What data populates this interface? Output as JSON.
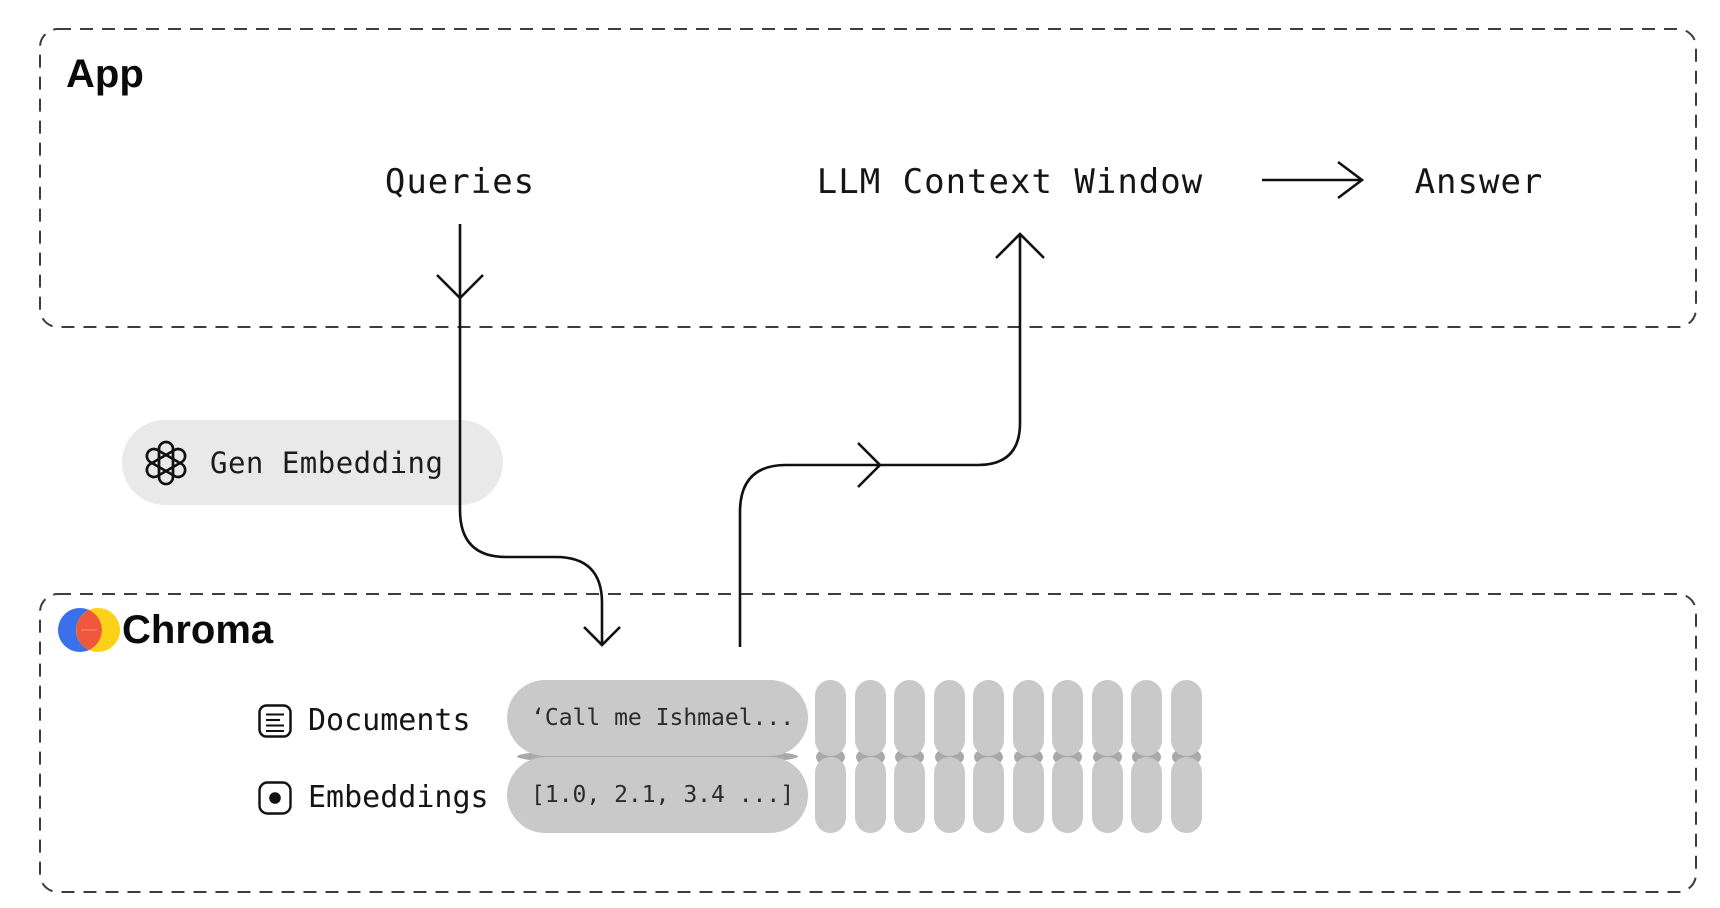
{
  "app_box": {
    "title": "App",
    "queries_label": "Queries",
    "context_window_label": "LLM Context Window",
    "answer_label": "Answer"
  },
  "gen_embedding_pill": {
    "label": "Gen Embedding",
    "icon": "openai-logo-icon"
  },
  "chroma_box": {
    "title": "Chroma",
    "rows": [
      {
        "icon": "document-icon",
        "label": "Documents",
        "value": "‘Call me Ishmael..."
      },
      {
        "icon": "embedding-dot-icon",
        "label": "Embeddings",
        "value": "[1.0, 2.1, 3.4 ...]"
      }
    ],
    "embedding_columns": 10
  },
  "colors": {
    "line": "#111111",
    "dashed_border": "#3d3d3d",
    "pill_gray": "#c9c9c9",
    "pill_seam": "#a9a9a9",
    "gen_pill_gray": "#e9e9e9",
    "chroma_blue": "#3a70e9",
    "chroma_yellow": "#fdd117",
    "chroma_orange": "#f0583c"
  }
}
